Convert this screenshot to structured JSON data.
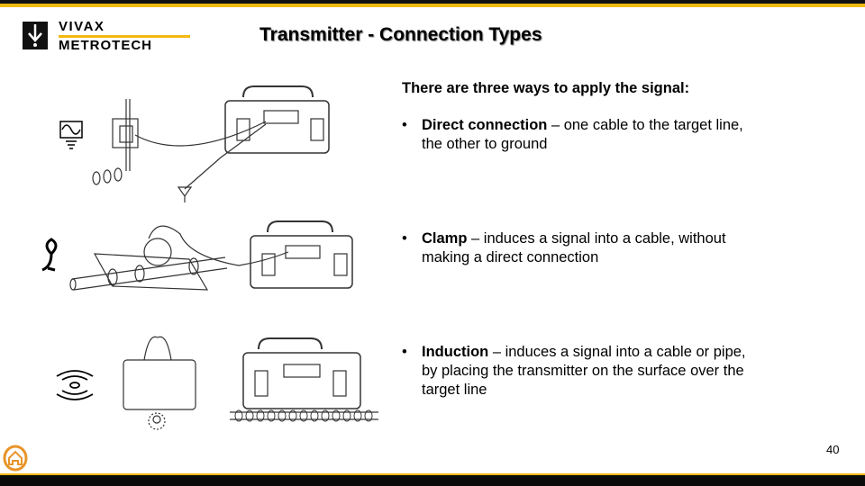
{
  "logo": {
    "line1": "VIVAX",
    "line2": "METROTECH"
  },
  "title": "Transmitter - Connection Types",
  "intro": "There are three ways to apply the signal:",
  "bullets": [
    {
      "term": "Direct connection",
      "desc": " – one cable to the target line, the other to ground"
    },
    {
      "term": "Clamp",
      "desc": " – induces a signal into a cable, without making a direct connection"
    },
    {
      "term": "Induction",
      "desc": " – induces a signal into a cable or pipe, by placing the transmitter on the surface over the target line"
    }
  ],
  "page_number": "40",
  "colors": {
    "accent": "#f2b90f",
    "home": "#e8952a"
  }
}
